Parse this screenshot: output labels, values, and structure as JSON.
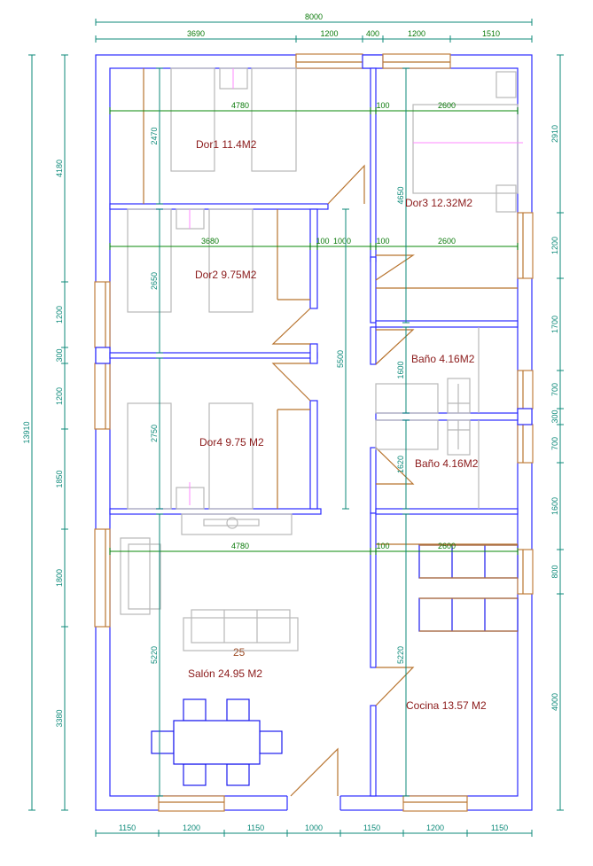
{
  "plan": {
    "rooms": [
      {
        "name": "Dor1  11.4M2"
      },
      {
        "name": "Dor3  12.32M2"
      },
      {
        "name": "Dor2  9.75M2"
      },
      {
        "name": "Baño 4.16M2"
      },
      {
        "name": "Dor4  9.75 M2"
      },
      {
        "name": "Baño 4.16M2"
      },
      {
        "name": "Salón  24.95 M2"
      },
      {
        "name": "Cocina 13.57 M2"
      }
    ],
    "sofa_label": "25",
    "dims_top": [
      "8000",
      "3690",
      "1200",
      "400",
      "1200",
      "1510"
    ],
    "dims_bottom": [
      "1150",
      "1200",
      "1150",
      "1000",
      "1150",
      "1200",
      "1150"
    ],
    "dims_left": [
      "13910",
      "4180",
      "1200",
      "300",
      "1200",
      "1850",
      "1800",
      "3380"
    ],
    "dims_right": [
      "2910",
      "1200",
      "1700",
      "700",
      "300",
      "700",
      "1600",
      "800",
      "4000"
    ],
    "dims_inner_h": [
      "4780",
      "100",
      "2600",
      "3680",
      "100",
      "1000",
      "100",
      "2600",
      "4780",
      "100",
      "2600"
    ],
    "dims_inner_v": [
      "2470",
      "2650",
      "2750",
      "5220",
      "5500",
      "4650",
      "1600",
      "1620",
      "5220"
    ]
  }
}
